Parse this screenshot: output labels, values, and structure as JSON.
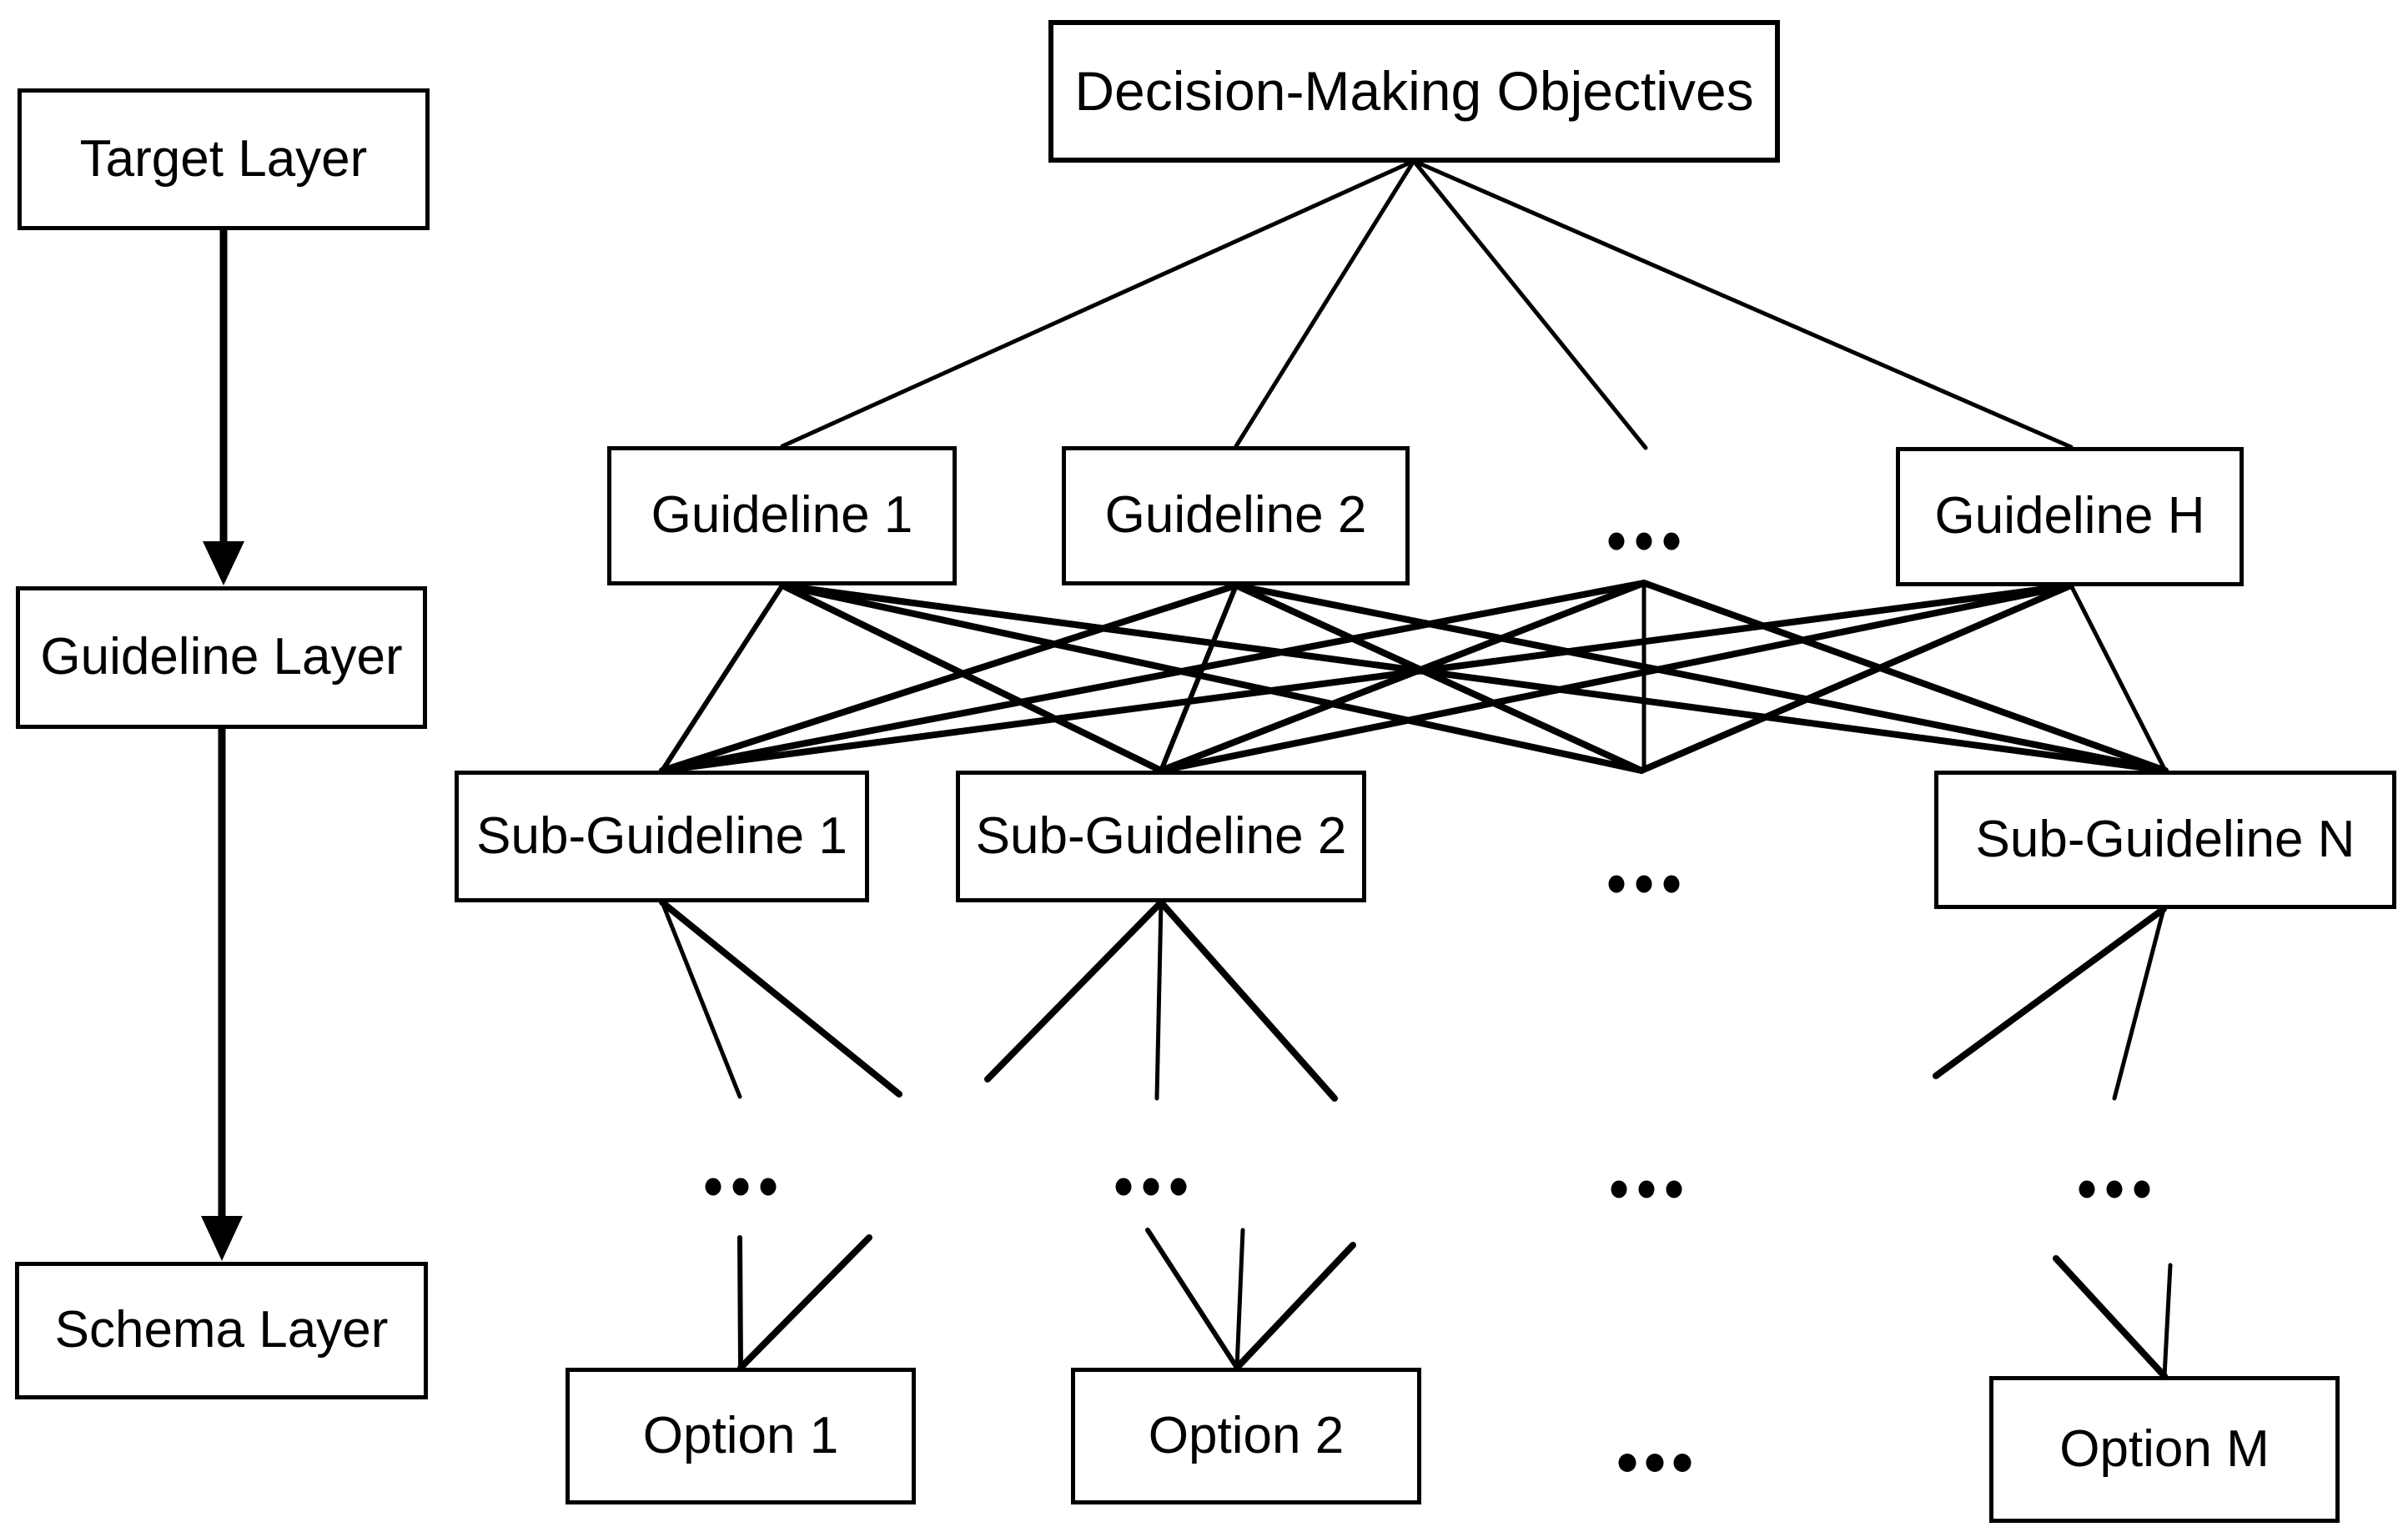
{
  "diagram": {
    "title": "Decision-making hierarchy diagram",
    "layers": {
      "target": "Target Layer",
      "guideline": "Guideline Layer",
      "schema": "Schema Layer"
    },
    "nodes": {
      "objectives": "Decision-Making Objectives",
      "guideline_1": "Guideline 1",
      "guideline_2": "Guideline 2",
      "guideline_h": "Guideline H",
      "sub_guideline_1": "Sub-Guideline 1",
      "sub_guideline_2": "Sub-Guideline 2",
      "sub_guideline_n": "Sub-Guideline N",
      "option_1": "Option 1",
      "option_2": "Option 2",
      "option_m": "Option M"
    },
    "icons": {
      "ellipsis": "three-dots",
      "arrow": "down-arrow"
    },
    "colors": {
      "line_color": "#000000",
      "background_color": "#ffffff",
      "text_color": "#000000",
      "box_border_color": "#000000"
    }
  }
}
